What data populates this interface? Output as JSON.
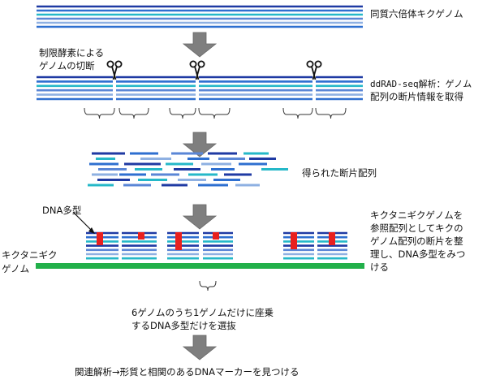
{
  "labels": {
    "hexaploid_genome": "同質六倍体キクゲノム",
    "enzyme_cut_line1": "制限酵素による",
    "enzyme_cut_line2": "ゲノムの切断",
    "ddrad_line1": "ddRAD-seq解析：ゲノム",
    "ddrad_line2": "配列の断片情報を取得",
    "fragments": "得られた断片配列",
    "dna_polymorphism": "DNA多型",
    "kikutanigiku_line1": "キクタニギク",
    "kikutanigiku_line2": "ゲノム",
    "reference_line1": "キクタニギクゲノムを",
    "reference_line2": "参照配列としてキクの",
    "reference_line3": "ゲノム配列の断片を整",
    "reference_line4": "理し、DNA多型をみつ",
    "reference_line5": "ける",
    "select_line1": "6ゲノムのうち1ゲノムだけに座乗",
    "select_line2": "するDNA多型だけを選抜",
    "association": "関連解析→形質と相関のあるDNAマーカーを見つける"
  },
  "icons": {
    "arrow": "down-arrow-icon",
    "scissors": "scissors-icon"
  },
  "colors": {
    "genome_lines": [
      "#1f3aa3",
      "#2e6fd0",
      "#25b8c8",
      "#5a86d6",
      "#8eb0e2"
    ],
    "reference_genome": "#22b04a",
    "polymorphism_marker": "#e8201e",
    "arrow_fill": "#7f7f7f",
    "bracket": "#333333"
  }
}
